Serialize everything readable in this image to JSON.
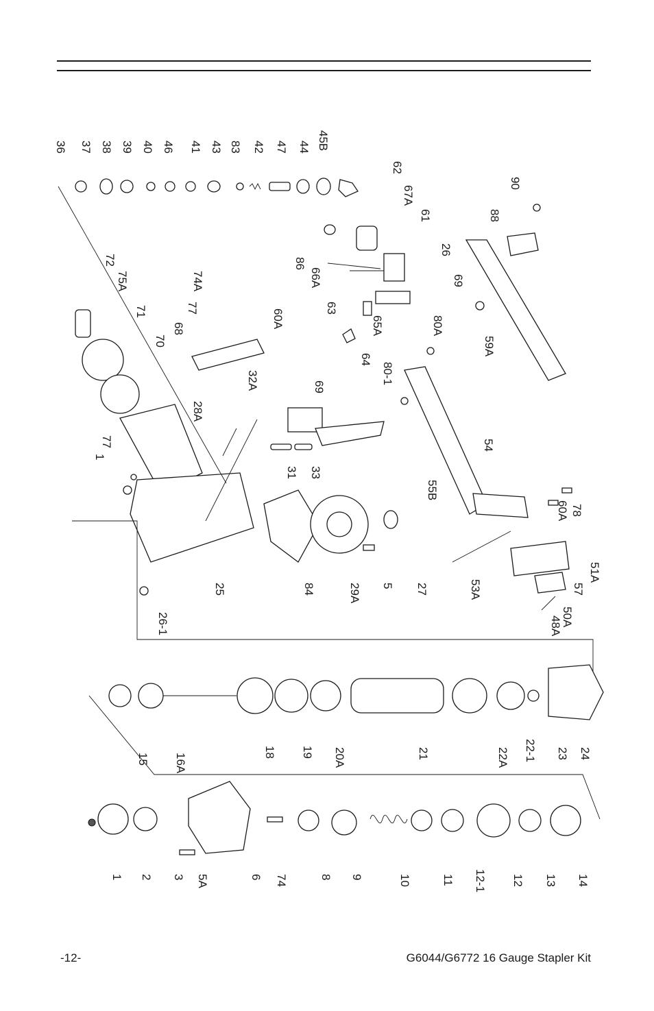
{
  "footer": {
    "page_number": "-12-",
    "document_title": "G6044/G6772 16 Gauge Stapler Kit"
  },
  "callouts": {
    "top_row": [
      "36",
      "37",
      "38",
      "39",
      "40",
      "46",
      "41",
      "43",
      "83",
      "42",
      "47",
      "44",
      "45B"
    ],
    "upper_right": [
      "62",
      "67A",
      "61",
      "26",
      "88",
      "90",
      "66A",
      "86",
      "63",
      "65A",
      "69",
      "59A",
      "64",
      "80A",
      "80-1"
    ],
    "middle": [
      "72",
      "75A",
      "71",
      "70",
      "74A",
      "77",
      "68",
      "60A",
      "32A",
      "69",
      "28A",
      "77",
      "1",
      "31",
      "33",
      "54",
      "55B",
      "78",
      "60A",
      "53A",
      "51A",
      "57",
      "50A",
      "48A",
      "25",
      "26-1",
      "84",
      "29A",
      "5",
      "27"
    ],
    "cylinder_row": [
      "15",
      "16A",
      "18",
      "19",
      "20A",
      "21",
      "22A",
      "22-1",
      "23",
      "24"
    ],
    "bottom_row": [
      "1",
      "2",
      "3",
      "5A",
      "6",
      "74",
      "8",
      "9",
      "10",
      "11",
      "12-1",
      "12",
      "13",
      "14"
    ]
  }
}
